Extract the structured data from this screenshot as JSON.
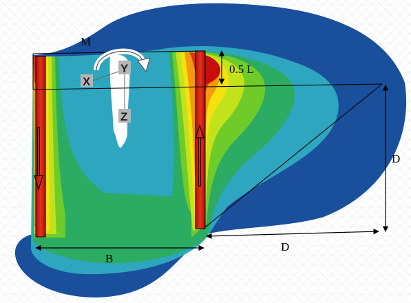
{
  "labels": {
    "moment": "M",
    "axis_x": "X",
    "axis_y": "Y",
    "axis_z": "Z",
    "depth_fraction": "0.5 L",
    "dim_B": "B",
    "dim_D_horizontal": "D",
    "dim_D_vertical": "D"
  },
  "contour_colors": [
    "#1a4f9c",
    "#2fa6c0",
    "#2cab63",
    "#6ecb2a",
    "#c4e21c",
    "#f4e10d",
    "#f59a0c",
    "#e0350f",
    "#c80d0d"
  ],
  "pile_color": "#d8261c",
  "mesh_color": "#e3e8ee"
}
